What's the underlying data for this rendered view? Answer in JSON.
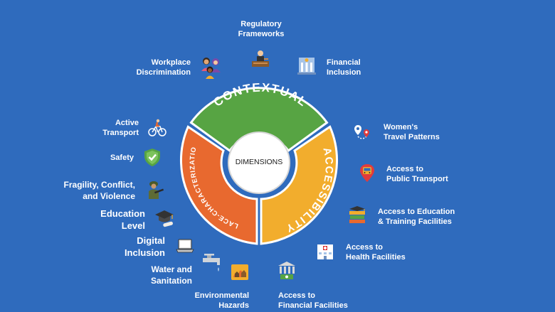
{
  "center_label": "DIMENSIONS",
  "segments": {
    "contextual": "CONTEXTUAL",
    "accessibility": "ACCESSIBILITY",
    "place": "PLACE-CHARACTERIZATION"
  },
  "colors": {
    "background": "#2f6bbd",
    "contextual": "#57a443",
    "accessibility": "#f2ad2d",
    "place": "#e8692f"
  },
  "contextual_items": [
    {
      "line1": "Regulatory",
      "line2": "Frameworks",
      "icon": "courtroom-icon"
    },
    {
      "line1": "Workplace",
      "line2": "Discrimination",
      "icon": "women-group-icon"
    },
    {
      "line1": "Financial",
      "line2": "Inclusion",
      "icon": "bank-building-icon"
    }
  ],
  "accessibility_items": [
    {
      "line1": "Women's",
      "line2": "Travel Patterns",
      "icon": "route-pin-icon"
    },
    {
      "line1": "Access to",
      "line2": "Public Transport",
      "icon": "bus-pin-icon"
    },
    {
      "line1": "Access to Education",
      "line2": "& Training Facilities",
      "icon": "books-icon"
    },
    {
      "line1": "Access to",
      "line2": "Health Facilities",
      "icon": "hospital-icon"
    },
    {
      "line1": "Access to",
      "line2": "Financial Facilities",
      "icon": "bank-cash-icon"
    }
  ],
  "place_items": [
    {
      "line1": "Active",
      "line2": "Transport",
      "icon": "cyclist-icon"
    },
    {
      "line1": "Safety",
      "icon": "shield-check-icon"
    },
    {
      "line1": "Fragility, Conflict,",
      "line2": "and Violence",
      "icon": "soldier-icon"
    },
    {
      "line1": "Education",
      "line2": "Level",
      "icon": "graduation-cap-icon"
    },
    {
      "line1": "Digital",
      "line2": "Inclusion",
      "icon": "laptop-icon"
    },
    {
      "line1": "Water and",
      "line2": "Sanitation",
      "icon": "water-tap-icon"
    },
    {
      "line1": "Environmental",
      "line2": "Hazards",
      "icon": "hazard-icon"
    }
  ]
}
